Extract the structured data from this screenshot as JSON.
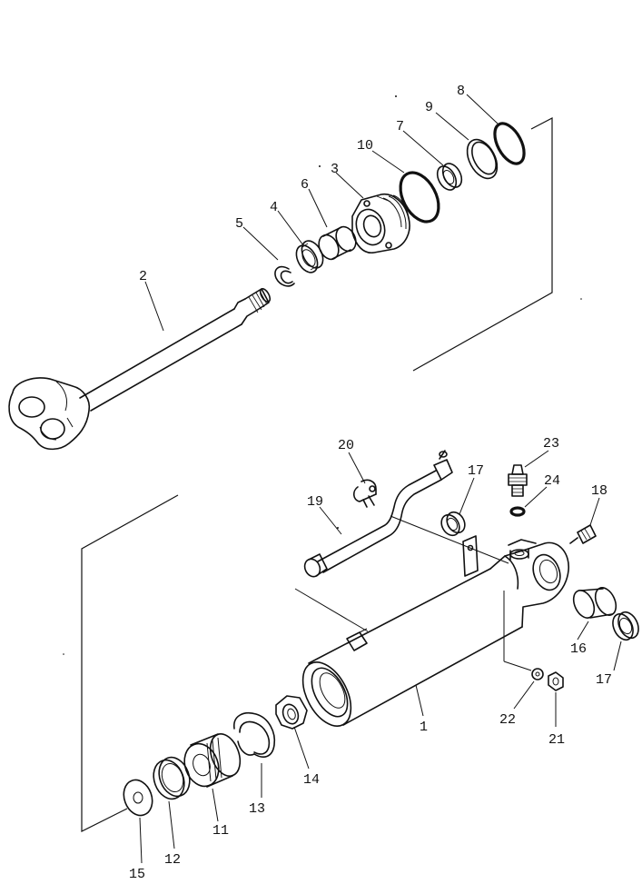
{
  "callouts": {
    "p1": "1",
    "p2": "2",
    "p3": "3",
    "p4": "4",
    "p5": "5",
    "p6": "6",
    "p7": "7",
    "p8": "8",
    "p9": "9",
    "p10": "10",
    "p11": "11",
    "p12": "12",
    "p13": "13",
    "p14": "14",
    "p15": "15",
    "p16": "16",
    "p17a": "17",
    "p17b": "17",
    "p18": "18",
    "p19": "19",
    "p20": "20",
    "p21": "21",
    "p22": "22",
    "p23": "23",
    "p24": "24"
  },
  "colors": {
    "ink": "#111111",
    "paper": "#ffffff"
  }
}
